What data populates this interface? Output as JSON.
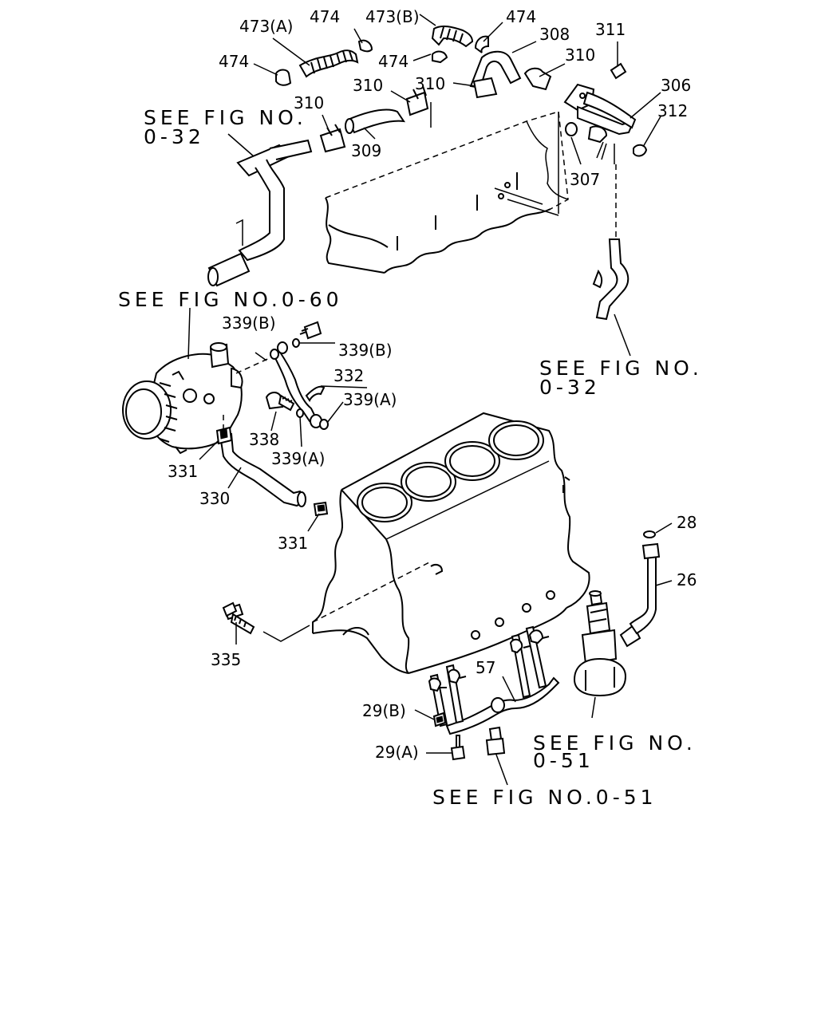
{
  "labels": {
    "p473a": "473(A)",
    "p474_top": "474",
    "p473b": "473(B)",
    "p474_right": "474",
    "p308": "308",
    "p311": "311",
    "p474_left": "474",
    "p474_mid": "474",
    "p310_a": "310",
    "p310_b": "310",
    "p310_c": "310",
    "p306": "306",
    "p310_d": "310",
    "p312": "312",
    "p309": "309",
    "p307": "307",
    "p339b_a": "339(B)",
    "p339b_b": "339(B)",
    "p332": "332",
    "p339a_a": "339(A)",
    "p338": "338",
    "p339a_b": "339(A)",
    "p331_a": "331",
    "p330": "330",
    "p331_b": "331",
    "p28": "28",
    "p26": "26",
    "p335": "335",
    "p57": "57",
    "p29b": "29(B)",
    "p29a": "29(A)"
  },
  "references": {
    "fig032_top_1": "SEE FIG NO.",
    "fig032_top_2": "0-32",
    "fig060": "SEE FIG NO.0-60",
    "fig032_right_1": "SEE FIG NO.",
    "fig032_right_2": "0-32",
    "fig051_right_1": "SEE FIG NO.",
    "fig051_right_2": "0-51",
    "fig051_bottom": "SEE FIG NO.0-51"
  }
}
